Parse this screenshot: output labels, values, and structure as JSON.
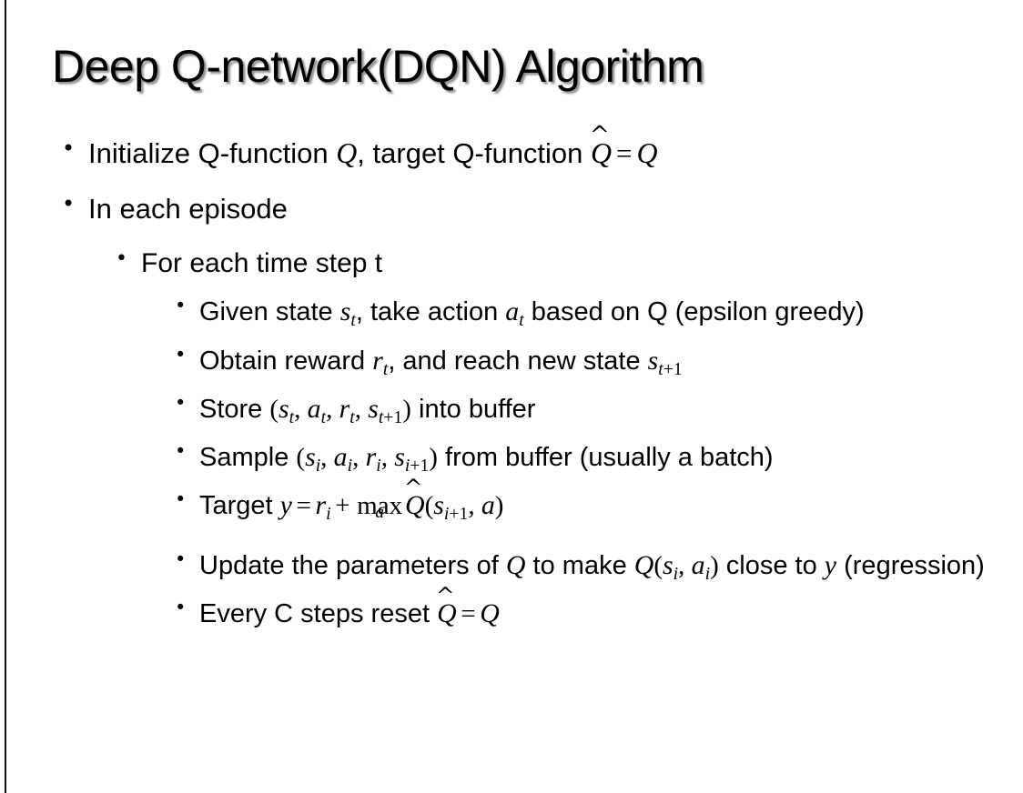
{
  "slide": {
    "title": "Deep Q-network(DQN) Algorithm",
    "background_color": "#ffffff",
    "text_color": "#000000",
    "edge_rule_color": "#101010",
    "bullet_glyph": "•"
  },
  "bullets": {
    "b1": {
      "level": 1,
      "prefix": "Initialize Q-function ",
      "var_q": "Q",
      "mid": ", target Q-function ",
      "qhat": "Q",
      "hat": "^",
      "equals": "=",
      "var_q2": "Q"
    },
    "b2": {
      "level": 1,
      "text": "In each episode"
    },
    "b3": {
      "level": 2,
      "text": "For each time step t"
    },
    "b4": {
      "level": 3,
      "part1": "Given state ",
      "s": "s",
      "s_sub": "t",
      "part2": ", take action ",
      "a": "a",
      "a_sub": "t",
      "part3": " based on Q (epsilon greedy)"
    },
    "b5": {
      "level": 3,
      "part1": "Obtain reward ",
      "r": "r",
      "r_sub": "t",
      "part2": ", and reach new state ",
      "s2": "s",
      "s2_sub_t": "t",
      "s2_sub_plus": "+",
      "s2_sub_one": "1"
    },
    "b6": {
      "level": 3,
      "part1": "Store ",
      "lparen": "(",
      "s": "s",
      "s_sub": "t",
      "c1": ", ",
      "a": "a",
      "a_sub": "t",
      "c2": ", ",
      "r": "r",
      "r_sub": "t",
      "c3": ", ",
      "s2": "s",
      "s2_sub_t": "t",
      "s2_sub_plus": "+",
      "s2_sub_one": "1",
      "rparen": ")",
      "part2": " into buffer"
    },
    "b7": {
      "level": 3,
      "part1": "Sample ",
      "lparen": "(",
      "s": "s",
      "s_sub": "i",
      "c1": ", ",
      "a": "a",
      "a_sub": "i",
      "c2": ", ",
      "r": "r",
      "r_sub": "i",
      "c3": ", ",
      "s2": "s",
      "s2_sub_i": "i",
      "s2_sub_plus": "+",
      "s2_sub_one": "1",
      "rparen": ")",
      "part2": " from buffer (usually a batch)"
    },
    "b8": {
      "level": 3,
      "part1": "Target ",
      "y": "y",
      "equals": "=",
      "r": "r",
      "r_sub": "i",
      "plus": "+",
      "max": "max",
      "max_under": "a",
      "qhat": "Q",
      "hat": "^",
      "lparen": "(",
      "s": "s",
      "s_sub_i": "i",
      "s_sub_plus": "+",
      "s_sub_one": "1",
      "comma": ", ",
      "a": "a",
      "rparen": ")"
    },
    "b9": {
      "level": 3,
      "part1": "Update the parameters of ",
      "q1": "Q",
      "part2": " to make ",
      "q2": "Q",
      "lparen": "(",
      "s": "s",
      "s_sub": "i",
      "comma": ", ",
      "a": "a",
      "a_sub": "i",
      "rparen": ")",
      "part3": " close to ",
      "y": "y",
      "part4": " (regression)"
    },
    "b10": {
      "level": 3,
      "part1": "Every C steps reset ",
      "qhat": "Q",
      "hat": "^",
      "equals": "=",
      "q": "Q"
    }
  }
}
